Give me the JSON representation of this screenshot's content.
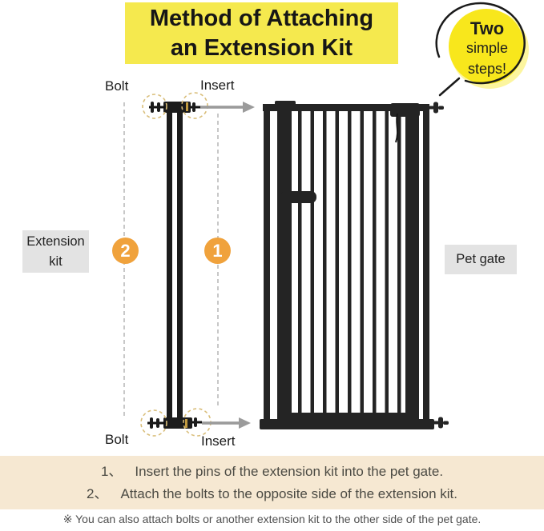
{
  "title": {
    "line1": "Method of Attaching",
    "line2": "an Extension Kit"
  },
  "badge": {
    "line1": "Two",
    "line2": "simple",
    "line3": "steps!"
  },
  "labels": {
    "bolt_top": "Bolt",
    "insert_top": "Insert",
    "bolt_bottom": "Bolt",
    "insert_bottom": "Insert",
    "extension_kit": "Extension kit",
    "pet_gate": "Pet gate"
  },
  "steps": {
    "left_number": "2",
    "right_number": "1"
  },
  "instructions": {
    "items": [
      {
        "number": "1、",
        "text": "Insert the pins of the extension kit into the pet gate."
      },
      {
        "number": "2、",
        "text": "Attach the bolts to the opposite side of the extension kit."
      }
    ],
    "footnote": "※ You can also attach bolts or another extension kit to the other side of the pet gate."
  },
  "colors": {
    "title_highlight": "#F5E94E",
    "badge_yellow": "#F8E71C",
    "step_orange": "#F0A23C",
    "instructions_band": "#F6E8D2",
    "label_box_gray": "#E3E3E3",
    "gate_black": "#242424",
    "arrow_gray": "#9B9B9B",
    "dashed_circle_tan": "#D9BE7A"
  }
}
